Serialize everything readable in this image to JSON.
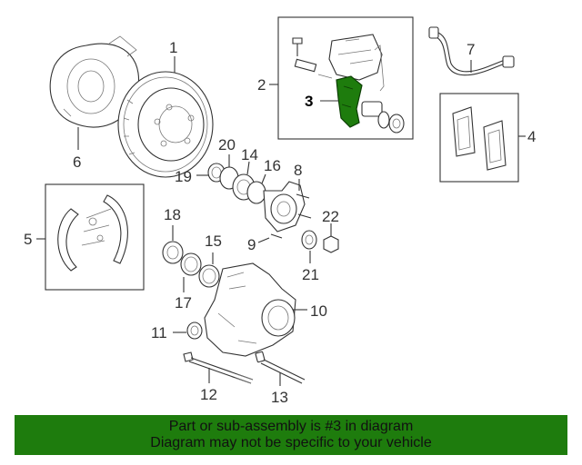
{
  "callouts": [
    {
      "id": "1",
      "label": "1"
    },
    {
      "id": "2",
      "label": "2"
    },
    {
      "id": "3",
      "label": "3"
    },
    {
      "id": "4",
      "label": "4"
    },
    {
      "id": "5",
      "label": "5"
    },
    {
      "id": "6",
      "label": "6"
    },
    {
      "id": "7",
      "label": "7"
    },
    {
      "id": "8",
      "label": "8"
    },
    {
      "id": "9",
      "label": "9"
    },
    {
      "id": "10",
      "label": "10"
    },
    {
      "id": "11",
      "label": "11"
    },
    {
      "id": "12",
      "label": "12"
    },
    {
      "id": "13",
      "label": "13"
    },
    {
      "id": "14",
      "label": "14"
    },
    {
      "id": "15",
      "label": "15"
    },
    {
      "id": "16",
      "label": "16"
    },
    {
      "id": "17",
      "label": "17"
    },
    {
      "id": "18",
      "label": "18"
    },
    {
      "id": "19",
      "label": "19"
    },
    {
      "id": "20",
      "label": "20"
    },
    {
      "id": "21",
      "label": "21"
    },
    {
      "id": "22",
      "label": "22"
    }
  ],
  "highlight": {
    "part": "3",
    "color": "#1e7c0d"
  },
  "banner": {
    "line1": "Part or sub-assembly is #3 in diagram",
    "line2": "Diagram may not be specific to your vehicle",
    "background": "#1e7c0d"
  }
}
